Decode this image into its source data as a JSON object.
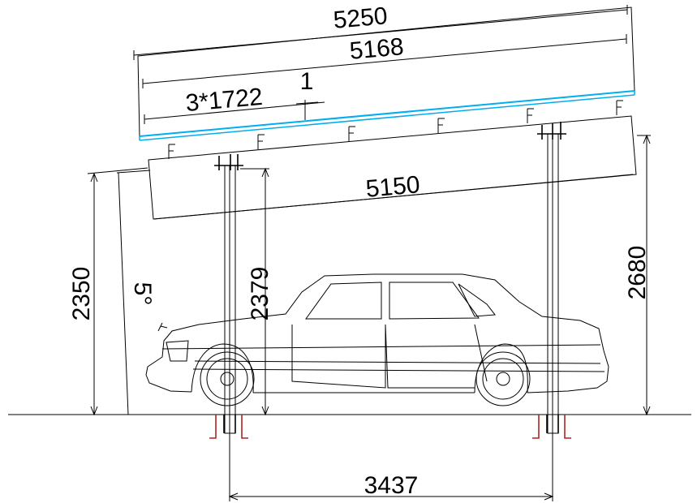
{
  "dimensions": {
    "panel_total_length": "5250",
    "panel_length": "5168",
    "module_spacing": "3*1722",
    "module_gap": "1",
    "beam_length": "5150",
    "front_height": "2350",
    "tilt_angle": "5°",
    "column_height": "2379",
    "rear_height": "2680",
    "column_spacing": "3437"
  },
  "colors": {
    "line": "#000000",
    "panel_glass": "#00aeef",
    "anchor": "#b22222"
  }
}
